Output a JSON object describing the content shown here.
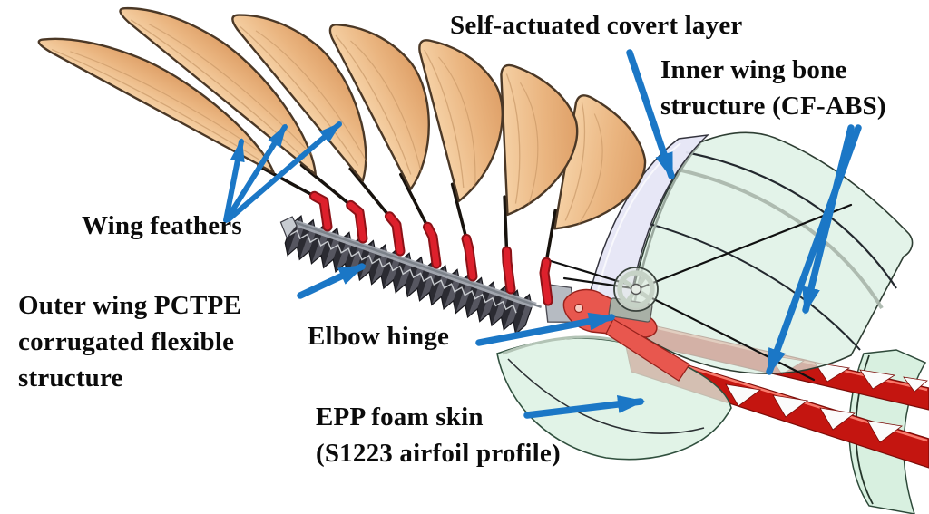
{
  "figure": {
    "type": "labeled technical diagram",
    "subject": "Bio-inspired morphing wing assembly"
  },
  "labels": {
    "covert_layer": "Self-actuated covert layer",
    "inner_bone": "Inner wing bone\nstructure (CF-ABS)",
    "wing_feathers": "Wing feathers",
    "outer_pctpe": "Outer wing PCTPE\ncorrugated flexible\nstructure",
    "elbow_hinge": "Elbow hinge",
    "epp_foam": "EPP foam skin\n(S1223 airfoil profile)"
  },
  "diagram": {
    "feather_count": 7,
    "colors": {
      "annotation_arrow": "#1B77C6",
      "label_text": "#0B0B0B",
      "feather_tan": "#ECB984",
      "feather_outline": "#4B3826",
      "quill_clip_red": "#DD202C",
      "corrugated_dark": "#3A3A42",
      "bone_truss_red": "#C41510",
      "foam_green": "#D8EFE0",
      "covert_lavender": "#E6E6F5",
      "metal_gray": "#B6BBC2"
    }
  }
}
